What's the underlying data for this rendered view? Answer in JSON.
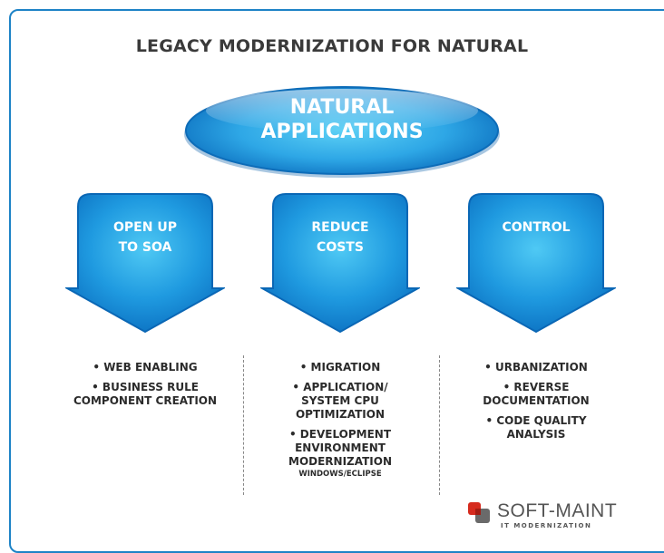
{
  "title": "LEGACY MODERNIZATION FOR NATURAL",
  "center": {
    "line1": "NATURAL",
    "line2": "APPLICATIONS"
  },
  "columns": [
    {
      "arrow": {
        "line1": "OPEN UP",
        "line2": "TO SOA"
      },
      "items": [
        "• WEB ENABLING",
        "• BUSINESS RULE COMPONENT CREATION"
      ]
    },
    {
      "arrow": {
        "line1": "REDUCE",
        "line2": "COSTS"
      },
      "items": [
        "• MIGRATION",
        "• APPLICATION/ SYSTEM CPU OPTIMIZATION",
        "• DEVELOPMENT ENVIRONMENT MODERNIZATION"
      ],
      "note": "WINDOWS/ECLIPSE"
    },
    {
      "arrow": {
        "line1": "CONTROL",
        "line2": ""
      },
      "items": [
        "• URBANIZATION",
        "• REVERSE DOCUMENTATION",
        "• CODE QUALITY ANALYSIS"
      ]
    }
  ],
  "logo": {
    "name": "SOFT-MAINT",
    "tagline": "IT MODERNIZATION"
  },
  "colors": {
    "frame": "#1e83c6",
    "arrow_light": "#4fc3f7",
    "arrow_dark": "#0b6fc0",
    "text": "#2b2b2b",
    "logo_red": "#d62b1e",
    "logo_grey": "#555555"
  }
}
